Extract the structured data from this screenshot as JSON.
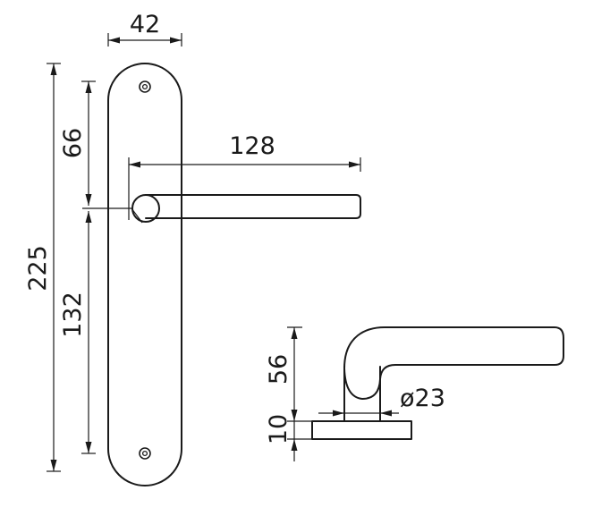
{
  "dimensions": {
    "plate_width": "42",
    "plate_height": "225",
    "top_to_handle": "66",
    "handle_to_bottom": "132",
    "handle_length": "128",
    "rose_diameter": "ø23",
    "handle_height": "56",
    "rose_thickness": "10"
  },
  "colors": {
    "line": "#1a1a1a",
    "background": "#ffffff"
  }
}
